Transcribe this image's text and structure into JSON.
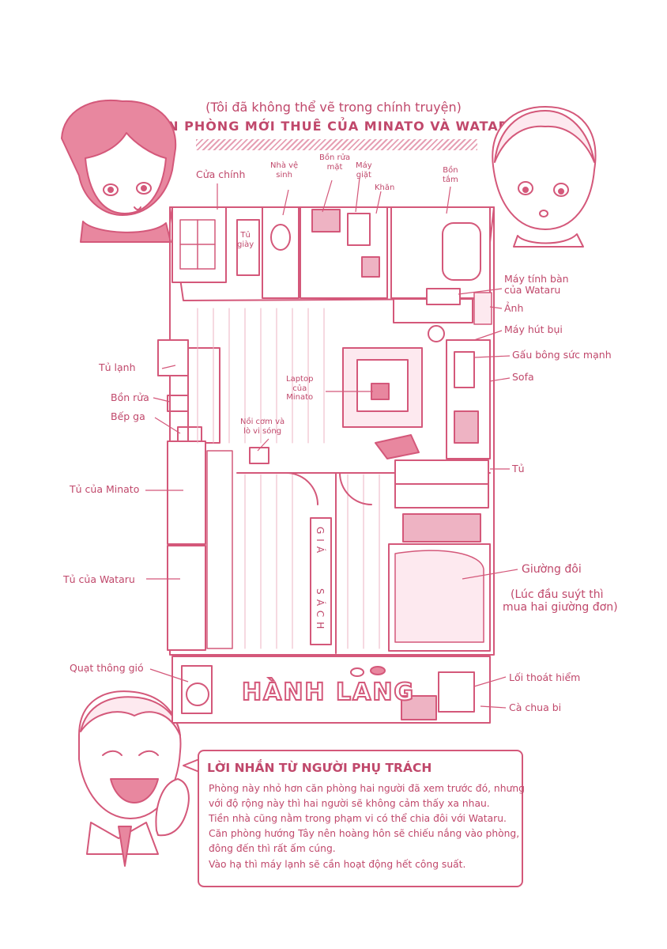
{
  "title": {
    "subtitle": "(Tôi đã không thể vẽ trong chính truyện)",
    "main": "CĂN PHÒNG MỚI THUÊ CỦA MINATO VÀ WATARU"
  },
  "labels": {
    "cua_chinh": "Cửa chính",
    "tu_giay": [
      "Tủ",
      "giày"
    ],
    "nha_ve_sinh": [
      "Nhà vệ",
      "sinh"
    ],
    "bon_rua_mat": [
      "Bồn rửa",
      "mặt"
    ],
    "may_giat": [
      "Máy",
      "giặt"
    ],
    "khan": "Khăn",
    "bon_tam": [
      "Bồn",
      "tắm"
    ],
    "may_tinh_ban": [
      "Máy tính bàn",
      "của Wataru"
    ],
    "anh": "Ảnh",
    "may_hut_bui": "Máy hút bụi",
    "gau_bong": "Gấu bông sức mạnh",
    "sofa": "Sofa",
    "tu_lanh": "Tủ lạnh",
    "bon_rua": "Bồn rửa",
    "bep_ga": "Bếp ga",
    "laptop": [
      "Laptop",
      "của",
      "Minato"
    ],
    "noi_com": [
      "Nồi cơm và",
      "lò vi sóng"
    ],
    "tu": "Tủ",
    "tu_minato": "Tủ của Minato",
    "tu_wataru": "Tủ của Wataru",
    "gia_sach": [
      "GIÁ",
      "SÁCH"
    ],
    "giuong_doi": "Giường đôi",
    "giuong_note": [
      "(Lúc đầu suýt thì",
      "mua hai giường đơn)"
    ],
    "quat_thong_gio": "Quạt thông gió",
    "hanh_lang": "HÀNH LANG",
    "loi_thoat_hiem": "Lối thoát hiểm",
    "ca_chua_bi": "Cà chua bi"
  },
  "message": {
    "title": "LỜI NHẮN TỪ NGƯỜI PHỤ TRÁCH",
    "lines": [
      "Phòng này nhỏ hơn căn phòng hai người đã xem trước đó, nhưng",
      "với độ rộng này thì hai người sẽ không cảm thấy xa nhau.",
      "Tiền nhà cũng nằm trong phạm vi có thể chia đôi với Wataru.",
      "Căn phòng hướng Tây nên hoàng hôn sẽ chiếu nắng vào phòng,",
      "đông đến thì rất ấm cúng.",
      "Vào hạ thì máy lạnh sẽ cần hoạt động hết công suất."
    ]
  },
  "colors": {
    "ink": "#d4587a",
    "light": "#eeb3c3",
    "text": "#c0486b"
  }
}
